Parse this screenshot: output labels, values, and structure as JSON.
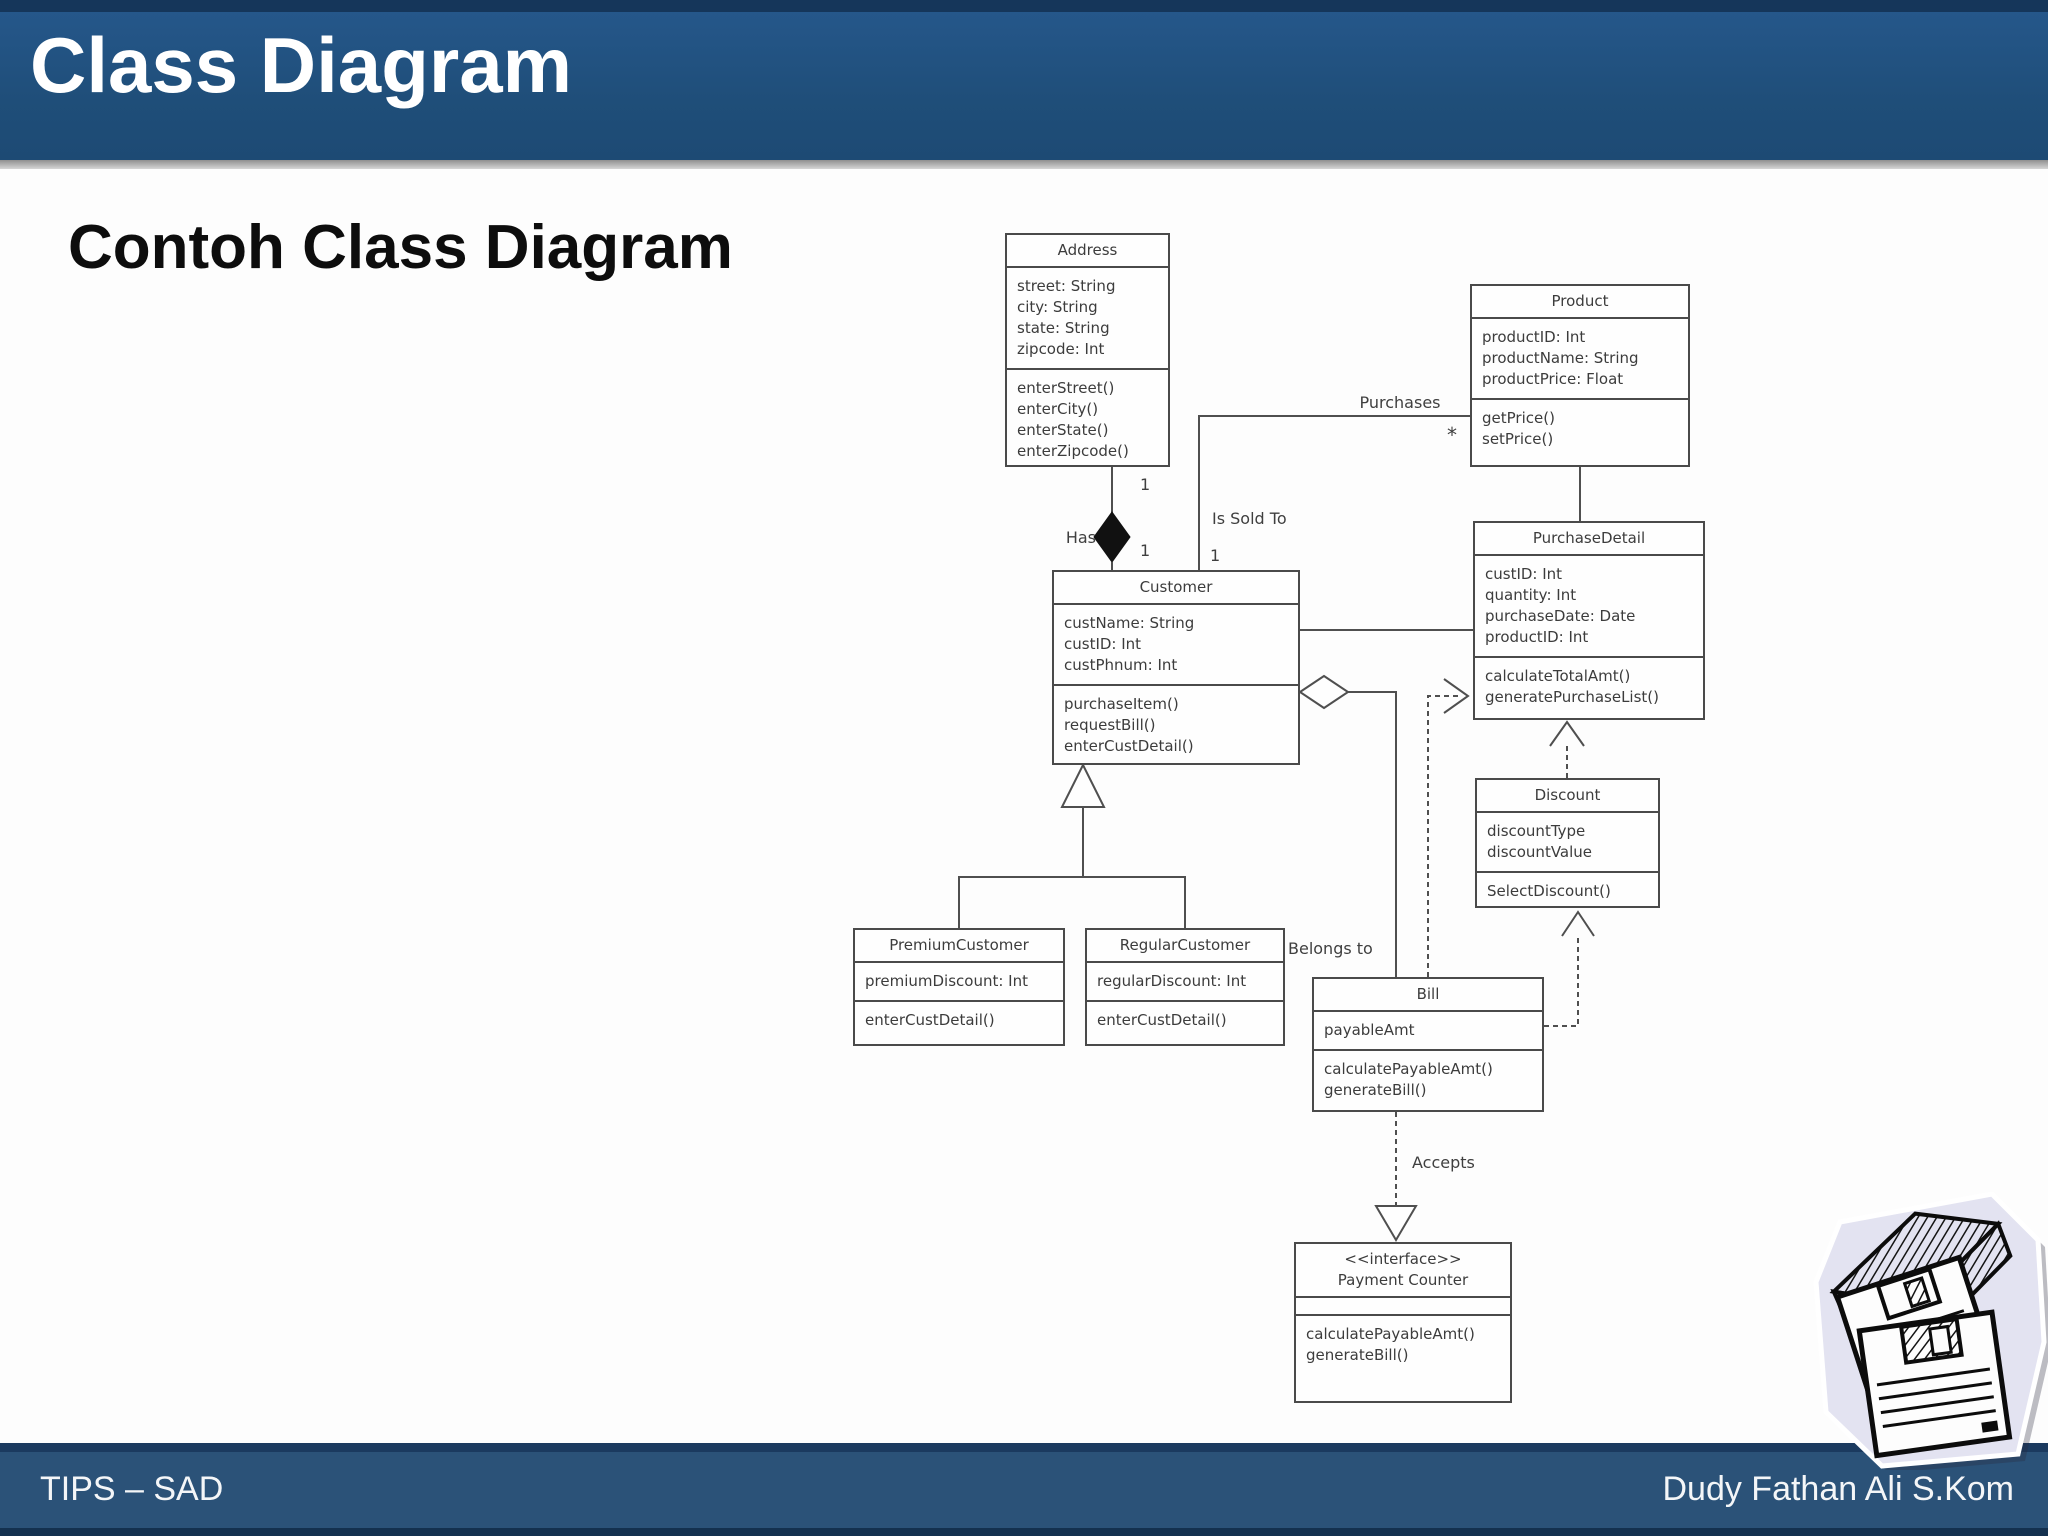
{
  "slide": {
    "title": "Class Diagram",
    "subtitle": "Contoh Class Diagram",
    "footer_left": "TIPS – SAD",
    "footer_right": "Dudy Fathan Ali S.Kom"
  },
  "colors": {
    "header_blue": "#1f4e79",
    "top_strip_navy": "#15365a",
    "footer_blue": "#2b5278",
    "diagram_ink": "#4a4a4a"
  },
  "diagram": {
    "classes": [
      {
        "name": "Address",
        "attributes": [
          "street: String",
          "city: String",
          "state: String",
          "zipcode: Int"
        ],
        "methods": [
          "enterStreet()",
          "enterCity()",
          "enterState()",
          "enterZipcode()"
        ]
      },
      {
        "name": "Product",
        "attributes": [
          "productID: Int",
          "productName: String",
          "productPrice: Float"
        ],
        "methods": [
          "getPrice()",
          "setPrice()"
        ]
      },
      {
        "name": "Customer",
        "attributes": [
          "custName: String",
          "custID: Int",
          "custPhnum: Int"
        ],
        "methods": [
          "purchaseItem()",
          "requestBill()",
          "enterCustDetail()"
        ]
      },
      {
        "name": "PurchaseDetail",
        "attributes": [
          "custID: Int",
          "quantity: Int",
          "purchaseDate: Date",
          "productID: Int"
        ],
        "methods": [
          "calculateTotalAmt()",
          "generatePurchaseList()"
        ]
      },
      {
        "name": "Discount",
        "attributes": [
          "discountType",
          "discountValue"
        ],
        "methods": [
          "SelectDiscount()"
        ]
      },
      {
        "name": "PremiumCustomer",
        "attributes": [
          "premiumDiscount: Int"
        ],
        "methods": [
          "enterCustDetail()"
        ]
      },
      {
        "name": "RegularCustomer",
        "attributes": [
          "regularDiscount: Int"
        ],
        "methods": [
          "enterCustDetail()"
        ]
      },
      {
        "name": "Bill",
        "attributes": [
          "payableAmt"
        ],
        "methods": [
          "calculatePayableAmt()",
          "generateBill()"
        ]
      },
      {
        "name": "Payment Counter",
        "stereotype": "<<interface>>",
        "attributes": [],
        "methods": [
          "calculatePayableAmt()",
          "generateBill()"
        ]
      }
    ],
    "labels": {
      "purchases": "Purchases",
      "is_sold_to": "Is Sold To",
      "has": "Has",
      "belongs_to": "Belongs to",
      "accepts": "Accepts"
    },
    "multiplicities": {
      "address_end": "1",
      "customer_end": "1",
      "sold_customer_end": "1",
      "product_end": "*"
    }
  },
  "clipart": {
    "name": "floppy-disk-stack"
  }
}
